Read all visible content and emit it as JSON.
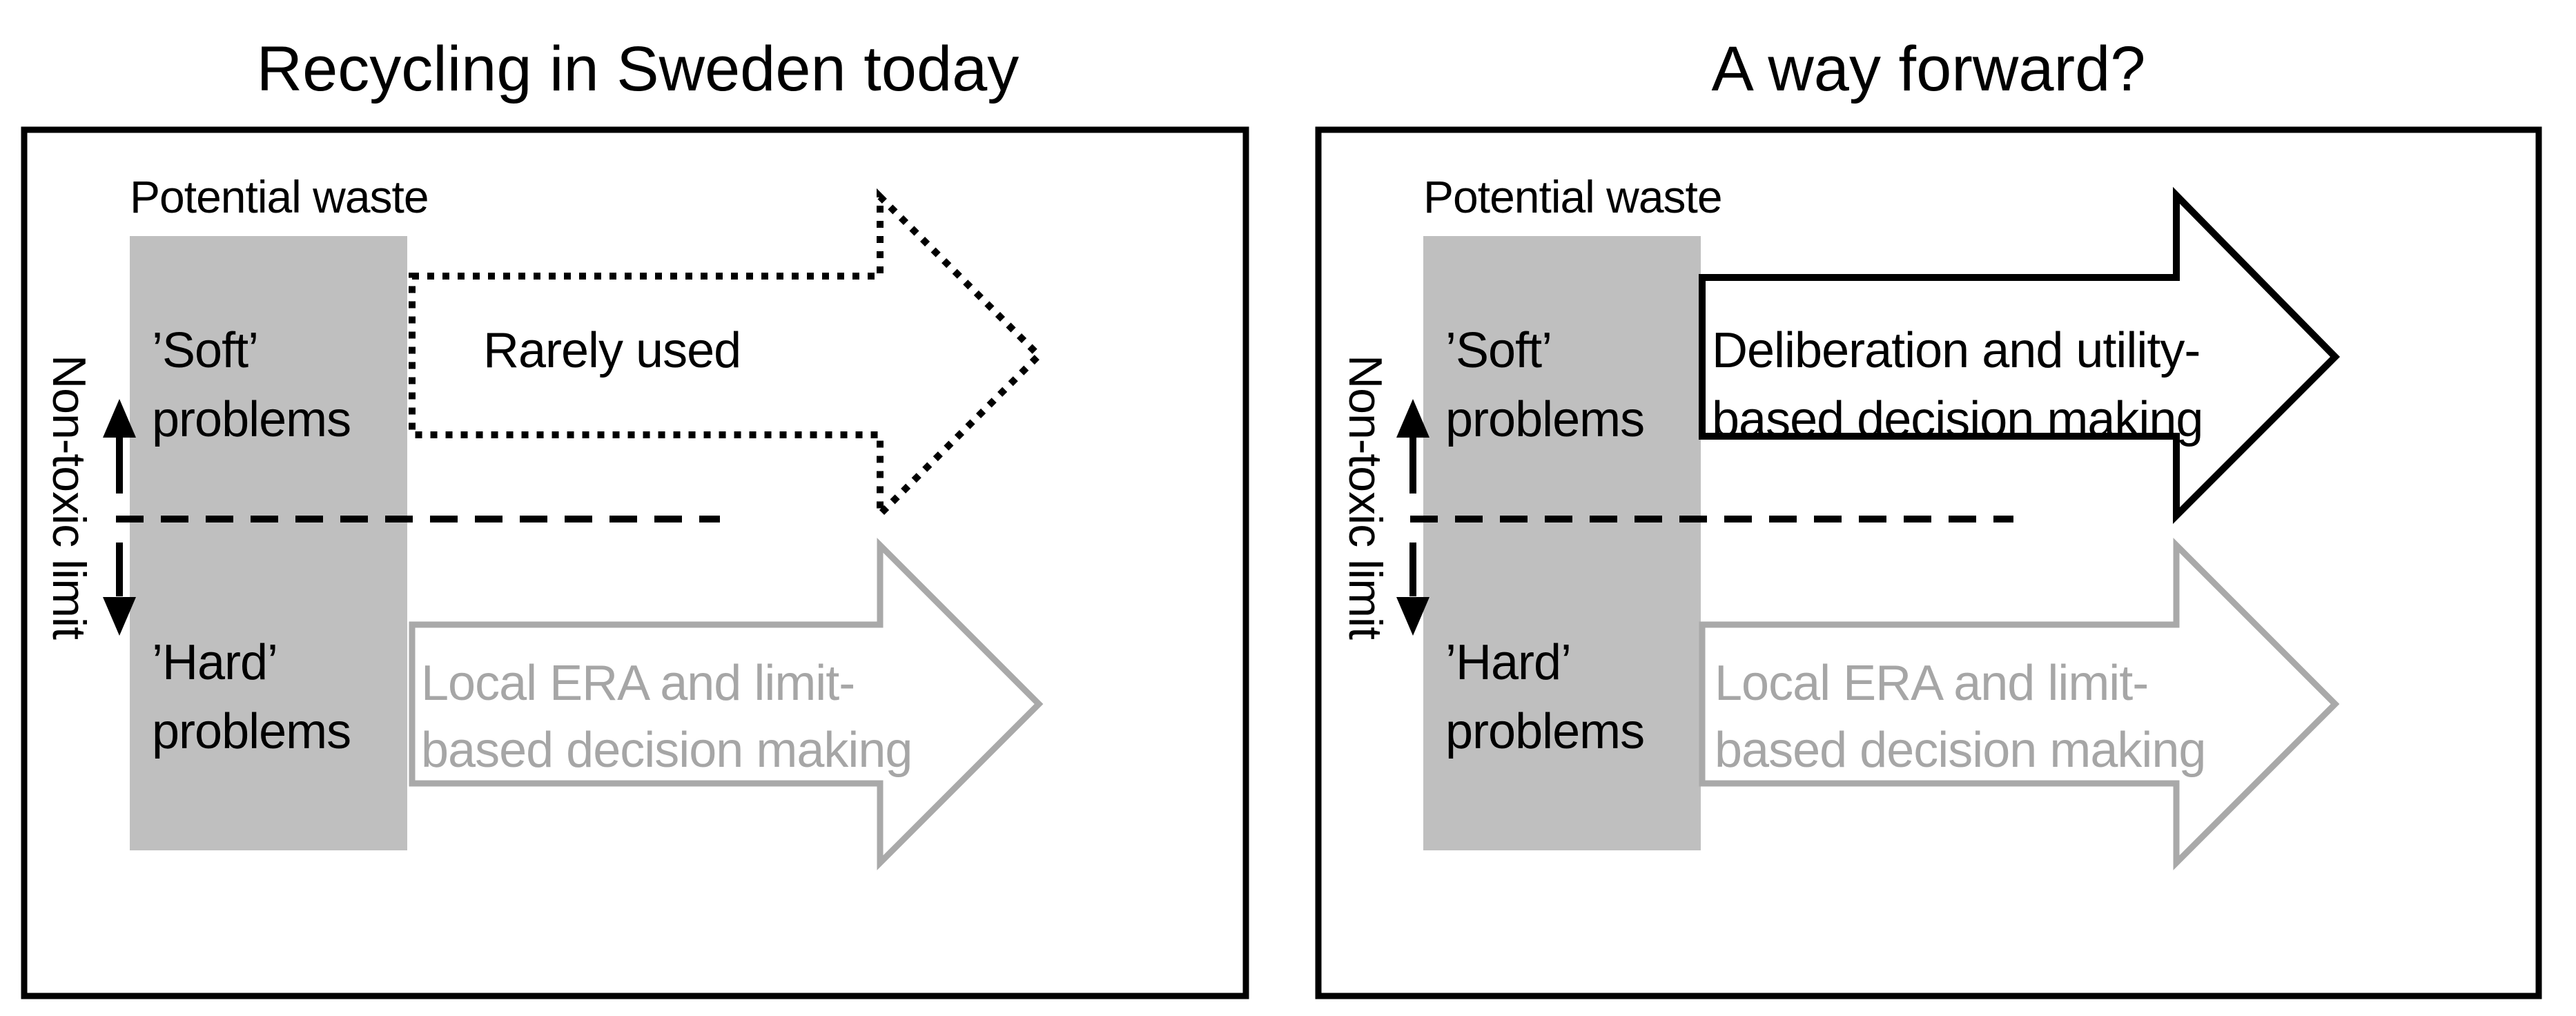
{
  "panels": {
    "left": {
      "title": "Recycling in Sweden today",
      "potential_waste_label": "Potential waste",
      "soft_line1": "’Soft’",
      "soft_line2": "problems",
      "hard_line1": "’Hard’",
      "hard_line2": "problems",
      "axis_label": "Non-toxic limit",
      "top_arrow_label": "Rarely used",
      "bottom_arrow_label_line1": "Local ERA and limit-",
      "bottom_arrow_label_line2": "based decision making"
    },
    "right": {
      "title": "A way forward?",
      "potential_waste_label": "Potential waste",
      "soft_line1": "’Soft’",
      "soft_line2": "problems",
      "hard_line1": "’Hard’",
      "hard_line2": "problems",
      "axis_label": "Non-toxic limit",
      "top_arrow_label_line1": "Deliberation and utility-",
      "top_arrow_label_line2": "based decision making",
      "bottom_arrow_label_line1": "Local ERA and limit-",
      "bottom_arrow_label_line2": "based decision making"
    }
  },
  "colors": {
    "black": "#000000",
    "gray_fill": "#bfbfbf",
    "gray_arrow_stroke": "#a9a9a9",
    "gray_text": "#a6a6a6"
  }
}
